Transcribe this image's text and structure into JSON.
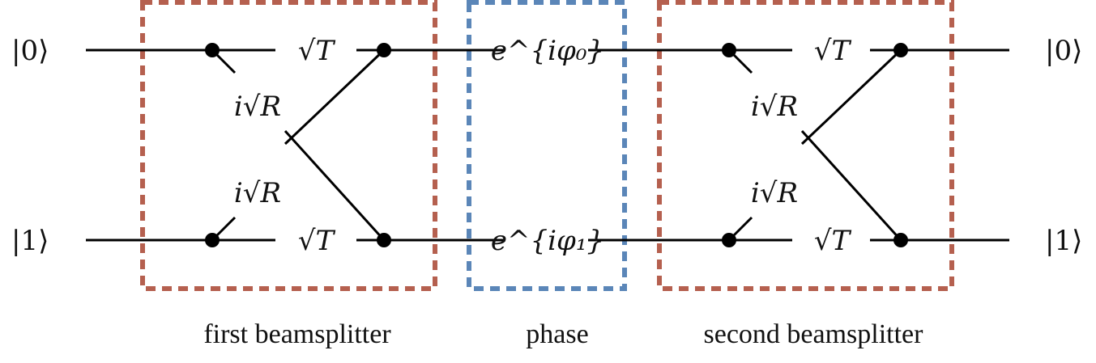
{
  "colors": {
    "beamsplitter_box": "#b5604f",
    "phase_box": "#5b86b8",
    "wire": "#000000"
  },
  "inputs": {
    "top": "|0⟩",
    "bottom": "|1⟩"
  },
  "outputs": {
    "top": "|0⟩",
    "bottom": "|1⟩"
  },
  "first_beamsplitter": {
    "transmit_top": "√T",
    "transmit_bottom": "√T",
    "reflect_top": "i√R",
    "reflect_bottom": "i√R",
    "caption": "first beamsplitter"
  },
  "phase": {
    "top": "e^{iφ₀}",
    "bottom": "e^{iφ₁}",
    "caption": "phase"
  },
  "second_beamsplitter": {
    "transmit_top": "√T",
    "transmit_bottom": "√T",
    "reflect_top": "i√R",
    "reflect_bottom": "i√R",
    "caption": "second beamsplitter"
  }
}
